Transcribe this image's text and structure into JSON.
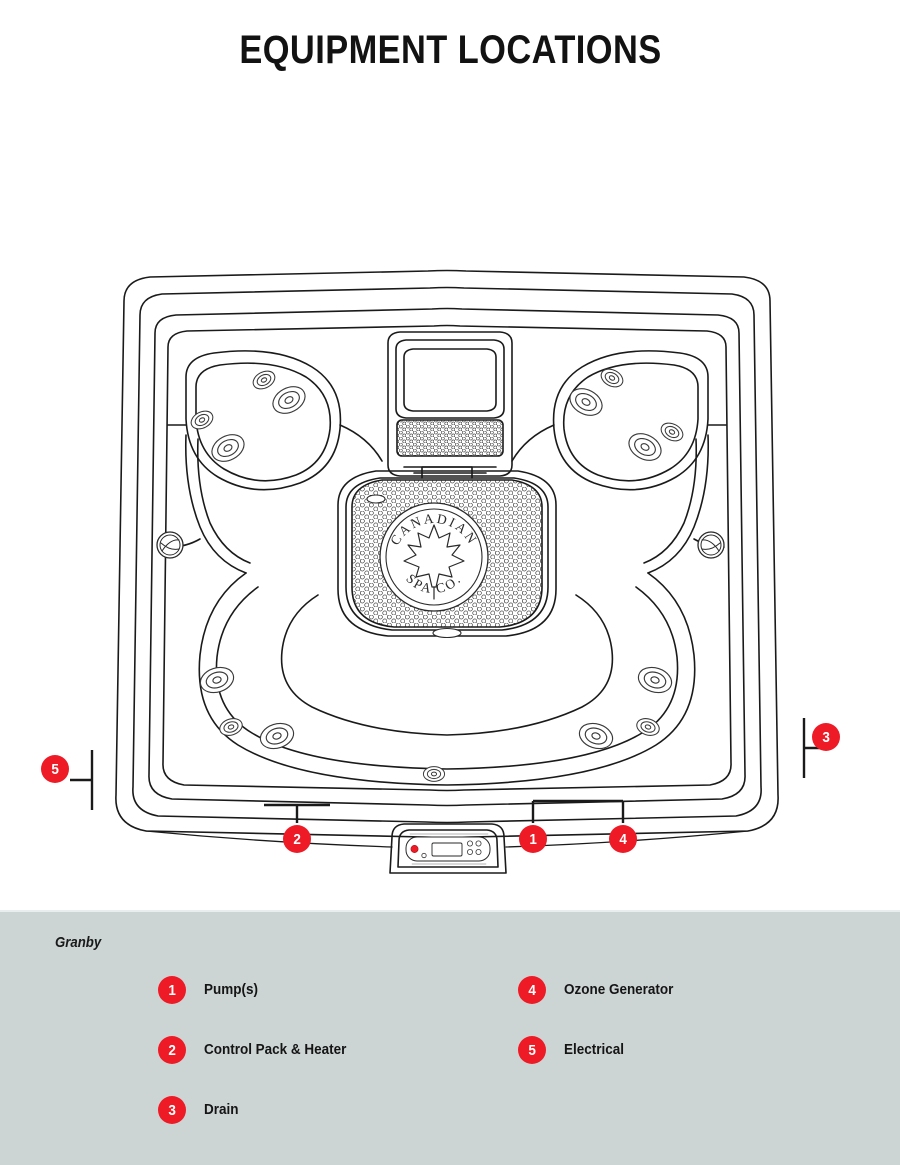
{
  "header": {
    "title": "EQUIPMENT LOCATIONS"
  },
  "colors": {
    "marker_red": "#ee1b26",
    "marker_text": "#ffffff",
    "legend_background": "#ccd4d4",
    "page_background": "#ffffff",
    "line_stroke": "#1a1a1a"
  },
  "diagram": {
    "name": "hot-tub-top-view",
    "logo": {
      "arc_top_text": "CANADIAN",
      "arc_bottom_text": "SPA CO.",
      "emblem": "maple-leaf"
    },
    "callouts": [
      {
        "id": "1",
        "label": "Pump(s)",
        "position": "bottom-center-right"
      },
      {
        "id": "2",
        "label": "Control Pack & Heater",
        "position": "bottom-left"
      },
      {
        "id": "3",
        "label": "Drain",
        "position": "right"
      },
      {
        "id": "4",
        "label": "Ozone Generator",
        "position": "bottom-right"
      },
      {
        "id": "5",
        "label": "Electrical",
        "position": "left"
      }
    ]
  },
  "legend": {
    "model_name": "Granby",
    "columns": [
      {
        "items": [
          {
            "number": "1",
            "label": "Pump(s)"
          },
          {
            "number": "2",
            "label": "Control Pack & Heater"
          },
          {
            "number": "3",
            "label": "Drain"
          }
        ]
      },
      {
        "items": [
          {
            "number": "4",
            "label": "Ozone Generator"
          },
          {
            "number": "5",
            "label": "Electrical"
          }
        ]
      }
    ]
  }
}
